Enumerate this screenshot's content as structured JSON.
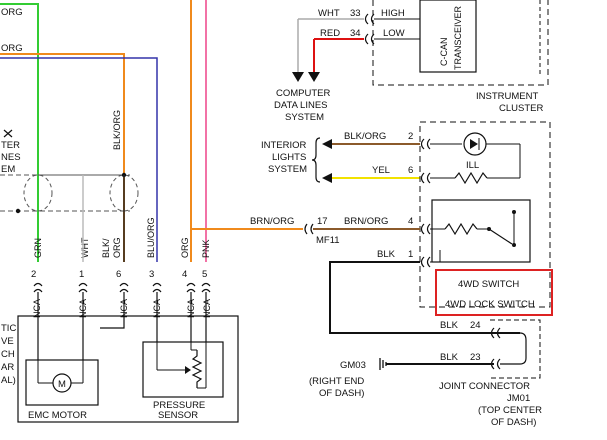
{
  "left_partial_labels": {
    "green_wire_top": "ORG",
    "orange_wire_top": "ORG",
    "ter": "TER",
    "nes": "NES",
    "em": "EM",
    "tic": "TIC",
    "ve": "VE",
    "ch": "CH",
    "ar": "AR",
    "al": "AL)"
  },
  "can_bus": {
    "wht_label": "WHT",
    "wht_pin": "33",
    "wht_signal": "HIGH",
    "red_label": "RED",
    "red_pin": "34",
    "red_signal": "LOW",
    "transceiver_line1": "C-CAN",
    "transceiver_line2": "TRANSCEIVER",
    "computer_data_lines": [
      "COMPUTER",
      "DATA LINES",
      "SYSTEM"
    ]
  },
  "instrument_cluster": [
    "INSTRUMENT",
    "CLUSTER"
  ],
  "interior_lights": {
    "label": [
      "INTERIOR",
      "LIGHTS",
      "SYSTEM"
    ],
    "blk_org_label": "BLK/ORG",
    "blk_org_pin": "2",
    "yel_label": "YEL",
    "yel_pin": "6",
    "ill_label": "ILL"
  },
  "brn_org_circuit": {
    "left_label": "BRN/ORG",
    "splice_pin": "17",
    "splice_name": "MF11",
    "right_label": "BRN/ORG",
    "right_pin": "4"
  },
  "blk_circuit": {
    "label": "BLK",
    "pin": "1"
  },
  "switch": {
    "line1": "4WD SWITCH",
    "line2": "4WD LOCK SWITCH",
    "highlight_color": "#dd2222"
  },
  "joint_connector": {
    "blk24_label": "BLK",
    "blk24_pin": "24",
    "blk23_label": "BLK",
    "blk23_pin": "23",
    "name": [
      "JOINT CONNECTOR",
      "JM01",
      "(TOP CENTER",
      "OF DASH)"
    ]
  },
  "ground": {
    "name": "GM03",
    "location": [
      "(RIGHT END",
      "OF DASH)"
    ]
  },
  "wire_labels_vertical": {
    "blk_org_top": "BLK/ORG",
    "blu_org_top": "BLU/ORG",
    "org_top": "ORG",
    "pnk_top": "PNK",
    "grn": "GRN",
    "wht": "WHT",
    "blk_org_pair": [
      "BLK/",
      "ORG"
    ],
    "blu_org": "BLU/ORG"
  },
  "bottom_connectors": {
    "pins": [
      "2",
      "1",
      "6",
      "3",
      "4",
      "5"
    ],
    "nca": "NCA"
  },
  "components": {
    "emc_motor": "EMC MOTOR",
    "motor_symbol": "M",
    "pressure_sensor": [
      "PRESSURE",
      "SENSOR"
    ]
  },
  "colors": {
    "green": "#33cc33",
    "orange": "#f08a1c",
    "blue": "#3333aa",
    "brown": "#8b5a2b",
    "yellow": "#f2e200",
    "red": "#dd1111",
    "black": "#111111",
    "gray": "#9a9a9a"
  }
}
